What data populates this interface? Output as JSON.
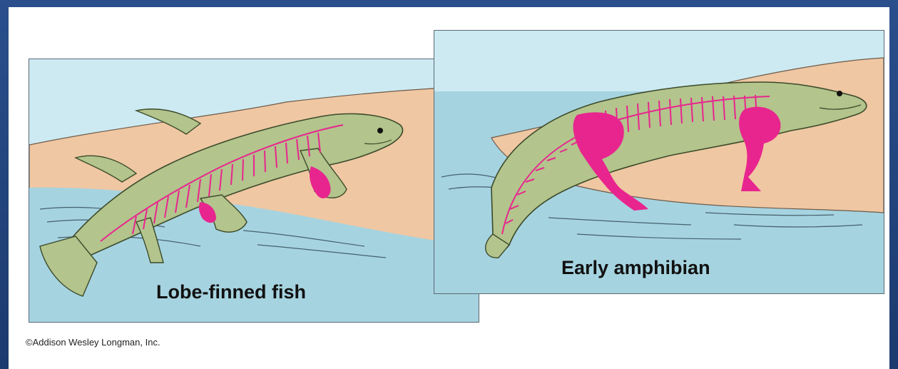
{
  "panels": {
    "fish": {
      "caption": "Lobe-finned fish",
      "highlight_color": "#e8258e",
      "body_color": "#b3c48c"
    },
    "amphibian": {
      "caption": "Early amphibian",
      "highlight_color": "#e8258e",
      "body_color": "#b3c48c"
    }
  },
  "credit": "©Addison Wesley Longman, Inc.",
  "colors": {
    "sky": "#cdeaf2",
    "water": "#a6d3e0",
    "land": "#efc7a3",
    "frame": "#1f3f74"
  }
}
